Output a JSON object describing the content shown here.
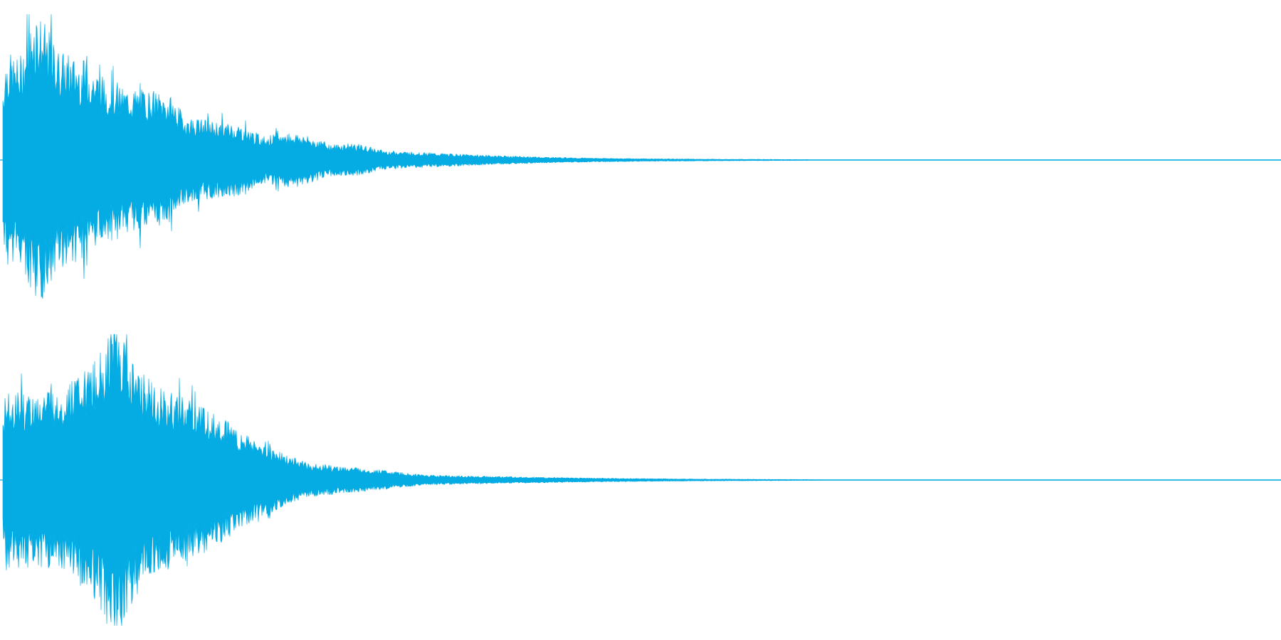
{
  "waveform": {
    "color": "#05ace3",
    "background": "#ffffff",
    "channel_count": 2,
    "channels": [
      {
        "channel": "left",
        "peak_amplitude": 0.88,
        "peak_position": 0.028,
        "decay_envelope": [
          [
            0.0,
            0.3
          ],
          [
            0.005,
            0.62
          ],
          [
            0.015,
            0.58
          ],
          [
            0.028,
            0.88
          ],
          [
            0.045,
            0.64
          ],
          [
            0.07,
            0.55
          ],
          [
            0.09,
            0.42
          ],
          [
            0.12,
            0.4
          ],
          [
            0.134,
            0.36
          ],
          [
            0.145,
            0.25
          ],
          [
            0.17,
            0.22
          ],
          [
            0.185,
            0.21
          ],
          [
            0.205,
            0.14
          ],
          [
            0.23,
            0.16
          ],
          [
            0.26,
            0.09
          ],
          [
            0.275,
            0.1
          ],
          [
            0.3,
            0.055
          ],
          [
            0.34,
            0.04
          ],
          [
            0.38,
            0.028
          ],
          [
            0.42,
            0.018
          ],
          [
            0.46,
            0.012
          ],
          [
            0.5,
            0.008
          ],
          [
            0.56,
            0.005
          ],
          [
            0.62,
            0.003
          ],
          [
            0.66,
            0.001
          ],
          [
            1.0,
            0.0
          ]
        ]
      },
      {
        "channel": "right",
        "peak_amplitude": 0.92,
        "peak_position": 0.09,
        "decay_envelope": [
          [
            0.0,
            0.3
          ],
          [
            0.005,
            0.52
          ],
          [
            0.03,
            0.5
          ],
          [
            0.05,
            0.55
          ],
          [
            0.07,
            0.64
          ],
          [
            0.09,
            0.92
          ],
          [
            0.11,
            0.62
          ],
          [
            0.13,
            0.52
          ],
          [
            0.15,
            0.45
          ],
          [
            0.165,
            0.4
          ],
          [
            0.185,
            0.3
          ],
          [
            0.2,
            0.22
          ],
          [
            0.22,
            0.16
          ],
          [
            0.24,
            0.1
          ],
          [
            0.265,
            0.08
          ],
          [
            0.3,
            0.055
          ],
          [
            0.33,
            0.03
          ],
          [
            0.38,
            0.022
          ],
          [
            0.43,
            0.015
          ],
          [
            0.48,
            0.01
          ],
          [
            0.54,
            0.006
          ],
          [
            0.6,
            0.004
          ],
          [
            0.65,
            0.002
          ],
          [
            0.7,
            0.001
          ],
          [
            1.0,
            0.0
          ]
        ]
      }
    ]
  }
}
